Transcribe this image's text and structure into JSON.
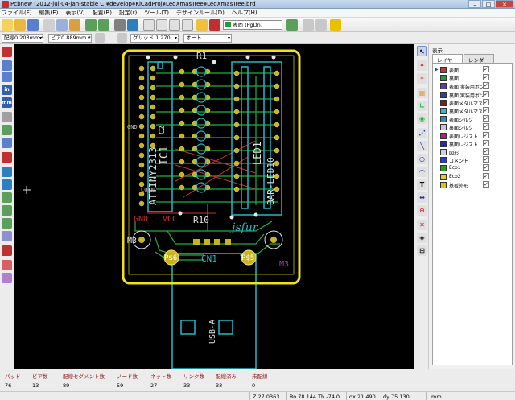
{
  "window": {
    "title": "Pcbnew (2012-jul-04-jan-stable C:¥develop¥KiCadProj¥LedXmasTree¥LedXmasTree.brd",
    "minimize": "–",
    "maximize": "□",
    "close": "✕"
  },
  "menu": [
    "ファイル(F)",
    "編集(E)",
    "表示(V)",
    "配置(B)",
    "設定(r)",
    "ツール(T)",
    "デザインルール(D)",
    "ヘルプ(H)"
  ],
  "toolbar": {
    "layer_select": "表面 (PgDn)",
    "track_width": "配線0.203mm *",
    "via_size": "ビア0.889mm *",
    "grid": "グリッド 1.270",
    "zoom": "オート"
  },
  "layer_panel": {
    "title": "表示",
    "tabs": [
      "レイヤー",
      "レンダー"
    ],
    "active_layer_index": 0,
    "layers": [
      {
        "name": "表面",
        "color": "#c83232",
        "checked": true
      },
      {
        "name": "裏面",
        "color": "#1f9d3a",
        "checked": true
      },
      {
        "name": "表面 実装用ボンド",
        "color": "#5a3fa8",
        "checked": true
      },
      {
        "name": "裏面 実装用ボンド",
        "color": "#2a3fb8",
        "checked": true
      },
      {
        "name": "表面メタルマスク",
        "color": "#7a1f1f",
        "checked": true
      },
      {
        "name": "裏面メタルマスク",
        "color": "#2abfc8",
        "checked": true
      },
      {
        "name": "表面シルク",
        "color": "#2a8fb0",
        "checked": true
      },
      {
        "name": "裏面シルク",
        "color": "#c8c8c8",
        "checked": true
      },
      {
        "name": "表面レジスト",
        "color": "#b01f7a",
        "checked": true
      },
      {
        "name": "裏面レジスト",
        "color": "#1f2fa8",
        "checked": true
      },
      {
        "name": "図形",
        "color": "#d0d0d0",
        "checked": true
      },
      {
        "name": "コメント",
        "color": "#1f3fd0",
        "checked": true
      },
      {
        "name": "Eco1",
        "color": "#20a020",
        "checked": true
      },
      {
        "name": "Eco2",
        "color": "#e0d020",
        "checked": true
      },
      {
        "name": "基板外形",
        "color": "#e0c020",
        "checked": true
      }
    ]
  },
  "status": {
    "columns": [
      {
        "label": "パッド",
        "value": "76"
      },
      {
        "label": "ビア数",
        "value": "13"
      },
      {
        "label": "配線セグメント数",
        "value": "89"
      },
      {
        "label": "ノード数",
        "value": "59"
      },
      {
        "label": "ネット数",
        "value": "27"
      },
      {
        "label": "リンク数",
        "value": "33"
      },
      {
        "label": "配線済み",
        "value": "33"
      },
      {
        "label": "未配線",
        "value": "0"
      }
    ],
    "zoom": "Z 27.0363",
    "polar": "Ro 78.144 Th -74.0",
    "dx": "dx 21.490",
    "dy": "dy 75.130",
    "units": "mm"
  },
  "board": {
    "labels": {
      "r1": "R1",
      "r10": "R10",
      "ic1": "IC1",
      "ic_part": "ATTINY2313",
      "c2": "C2",
      "led_ref": "LED1",
      "led_part": "BAR-LED10",
      "vcc": "VCC",
      "gnd": "GND",
      "cn1": "CN1",
      "p6": "P$6",
      "p5": "P$5",
      "m3_left": "M3",
      "m3_right": "M3",
      "usb": "USB-A",
      "author": "jsfur",
      "connector_tag": "CONN",
      "mount_tag": "GND"
    }
  }
}
